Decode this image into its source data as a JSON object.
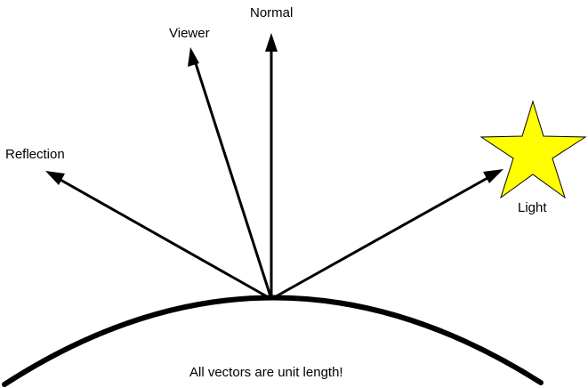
{
  "labels": {
    "normal": "Normal",
    "viewer": "Viewer",
    "reflection": "Reflection",
    "light": "Light",
    "note": "All vectors are unit length!"
  },
  "colors": {
    "stroke": "#000000",
    "star_fill": "#ffff00",
    "background": "#ffffff"
  },
  "icons": {
    "light_source": "star-icon"
  }
}
